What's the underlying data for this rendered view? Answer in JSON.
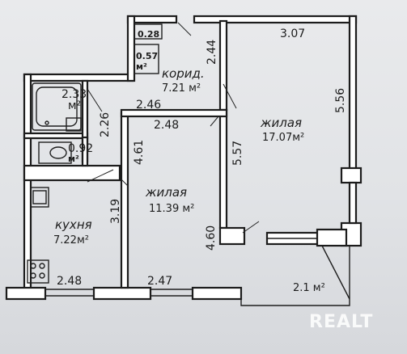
{
  "rooms": {
    "corridor": {
      "name": "корид.",
      "area": "7.21 м²"
    },
    "living_large": {
      "name": "жилая",
      "area": "17.07м²"
    },
    "living_small": {
      "name": "жилая",
      "area": "11.39 м²"
    },
    "kitchen": {
      "name": "кухня",
      "area": "7.22м²"
    },
    "bath": {
      "area_num": "2.33",
      "area_unit": "м²"
    },
    "wc": {
      "area_num": "0.92",
      "area_unit": "м²"
    },
    "closet1": {
      "label": "0.28"
    },
    "closet2": {
      "area_num": "0.57",
      "area_unit": "м²"
    },
    "balcony": {
      "area": "2.1 м²"
    }
  },
  "dimensions": {
    "d_244": "2.44",
    "d_307": "3.07",
    "d_556": "5.56",
    "d_226": "2.26",
    "d_246": "2.46",
    "d_248_mid": "2.48",
    "d_557": "5.57",
    "d_461": "4.61",
    "d_319": "3.19",
    "d_460": "4.60",
    "d_248_bottom": "2.48",
    "d_247": "2.47"
  },
  "watermark": "REALT"
}
